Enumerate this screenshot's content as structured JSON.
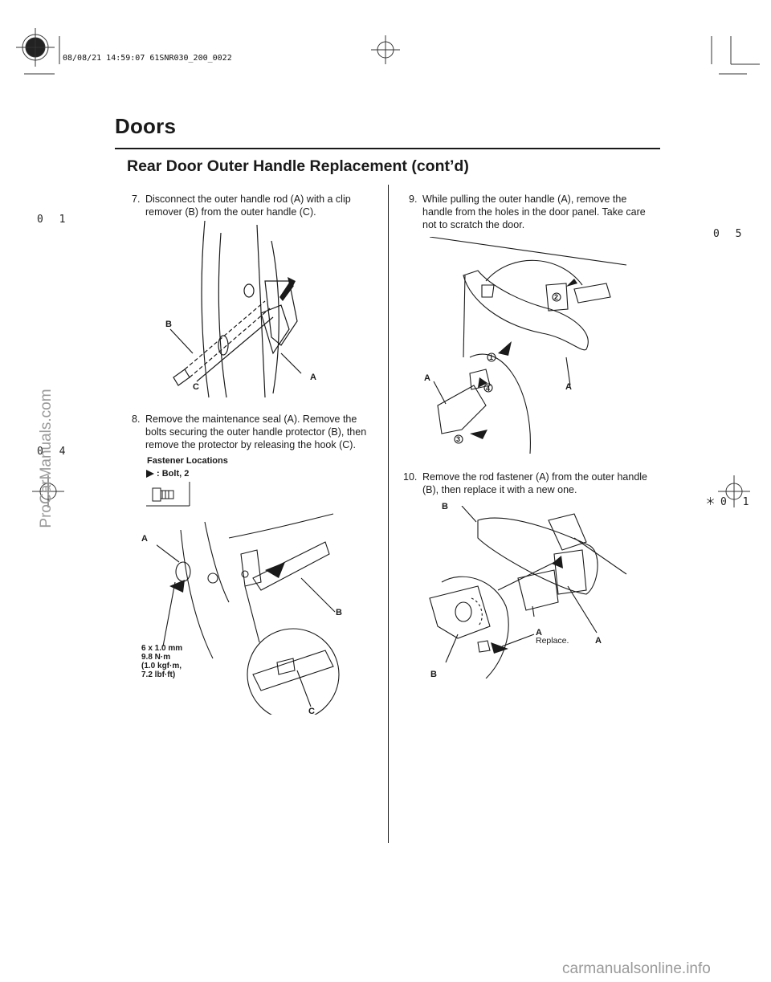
{
  "header": {
    "stamp": "08/08/21 14:59:07 61SNR030_200_0022",
    "section_title": "Doors",
    "subtitle": "Rear Door Outer Handle Replacement (cont’d)"
  },
  "margin_codes": {
    "left_top": "0 1",
    "left_bottom": "0 4",
    "right_top": "0 5",
    "right_bottom": "＊0 1"
  },
  "steps": [
    {
      "num": "7.",
      "text": "Disconnect the outer handle rod (A) with a clip remover (B) from the outer handle (C)."
    },
    {
      "num": "8.",
      "text": "Remove the maintenance seal (A). Remove the bolts securing the outer handle protector (B), then remove the protector by releasing the hook (C)."
    },
    {
      "num": "9.",
      "text": "While pulling the outer handle (A), remove the handle from the holes in the door panel. Take care not to scratch the door."
    },
    {
      "num": "10.",
      "text": "Remove the rod fastener (A) from the outer handle (B), then replace it with a new one."
    }
  ],
  "figure1": {
    "label_b": "B",
    "label_c": "C",
    "label_a": "A"
  },
  "figure2": {
    "fastener_title": "Fastener Locations",
    "fastener_item": ": Bolt, 2",
    "label_a": "A",
    "label_b": "B",
    "label_c": "C",
    "torque_line1": "6 x 1.0 mm",
    "torque_line2": "9.8 N·m",
    "torque_line3": "(1.0 kgf·m,",
    "torque_line4": "7.2 lbf·ft)"
  },
  "figure3": {
    "label_a_left": "A",
    "label_a_right": "A",
    "step1": "1",
    "step2": "2",
    "step3": "3",
    "step4": "4"
  },
  "figure4": {
    "label_b_top": "B",
    "label_a_small": "A",
    "replace_note": "Replace.",
    "label_a_right": "A",
    "label_b_bottom": "B"
  },
  "watermarks": {
    "left": "ProCarManuals.com",
    "bottom": "carmanualsonline.info"
  }
}
